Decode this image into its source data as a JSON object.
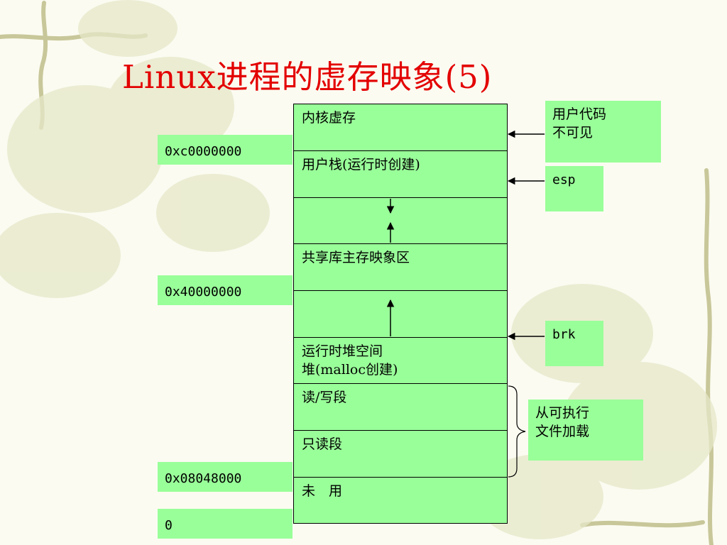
{
  "slide": {
    "title": "Linux进程的虚存映象(5)"
  },
  "memory_regions": [
    {
      "line1": "内核虚存",
      "line2": ""
    },
    {
      "line1": "用户栈(运行时创建)",
      "line2": ""
    },
    {
      "line1": "",
      "line2": ""
    },
    {
      "line1": "共享库主存映象区",
      "line2": ""
    },
    {
      "line1": "",
      "line2": ""
    },
    {
      "line1": "运行时堆空间",
      "line2": "堆(malloc创建)"
    },
    {
      "line1": "读/写段",
      "line2": ""
    },
    {
      "line1": "只读段",
      "line2": ""
    },
    {
      "line1": "未　用",
      "line2": ""
    }
  ],
  "addresses": {
    "a0": "0xc0000000",
    "a1": "0x40000000",
    "a2": "0x08048000",
    "a3": "0"
  },
  "notes": {
    "kernel_note_line1": "用户代码",
    "kernel_note_line2": "不可见",
    "esp": "esp",
    "brk": "brk",
    "loaded_line1": "从可执行",
    "loaded_line2": "文件加载"
  },
  "colors": {
    "box_fill": "#99ff99",
    "title": "#e30000",
    "background": "#fbfbf1"
  }
}
